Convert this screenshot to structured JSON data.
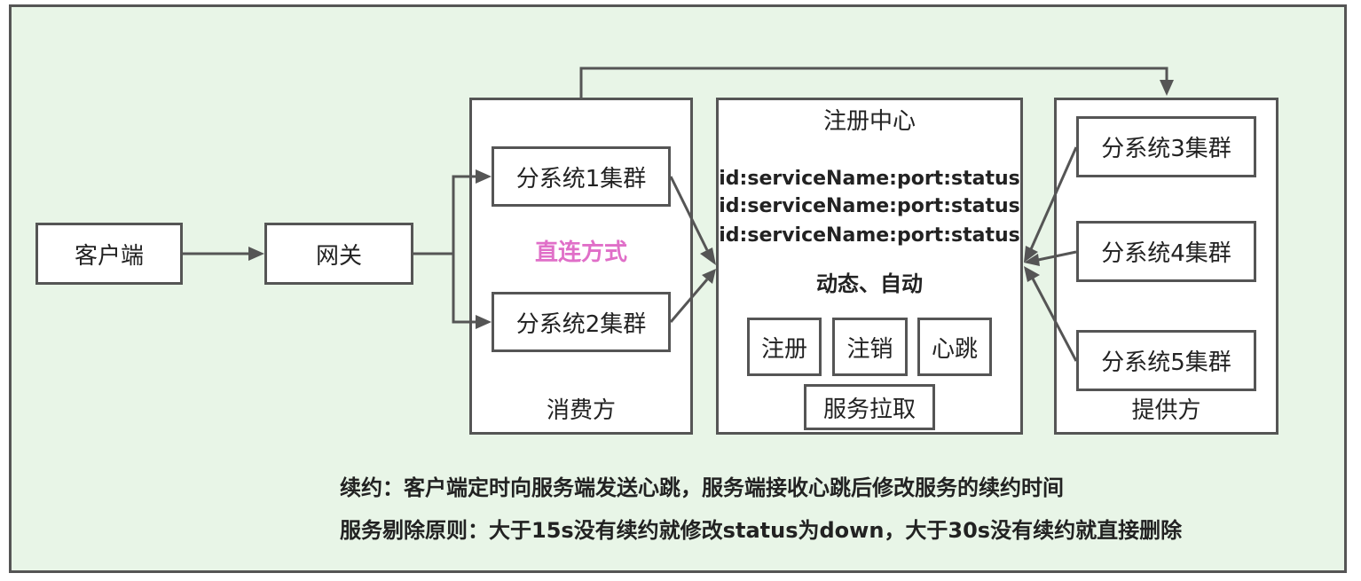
{
  "client": "客户端",
  "gateway": "网关",
  "consumer": {
    "title": "消费方",
    "subsystem1": "分系统1集群",
    "subsystem2": "分系统2集群",
    "direct_mode": "直连方式"
  },
  "registry": {
    "title": "注册中心",
    "records": [
      "id:serviceName:port:status",
      "id:serviceName:port:status",
      "id:serviceName:port:status"
    ],
    "feature": "动态、自动",
    "actions": [
      "注册",
      "注销",
      "心跳"
    ],
    "pull": "服务拉取"
  },
  "provider": {
    "title": "提供方",
    "subsystem3": "分系统3集群",
    "subsystem4": "分系统4集群",
    "subsystem5": "分系统5集群"
  },
  "notes": [
    "续约：客户端定时向服务端发送心跳，服务端接收心跳后修改服务的续约时间",
    "服务剔除原则：大于15s没有续约就修改status为down，大于30s没有续约就直接删除"
  ],
  "colors": {
    "background": "#e8f5e7",
    "border": "#555555",
    "direct_mode_text": "#e06fc8"
  }
}
